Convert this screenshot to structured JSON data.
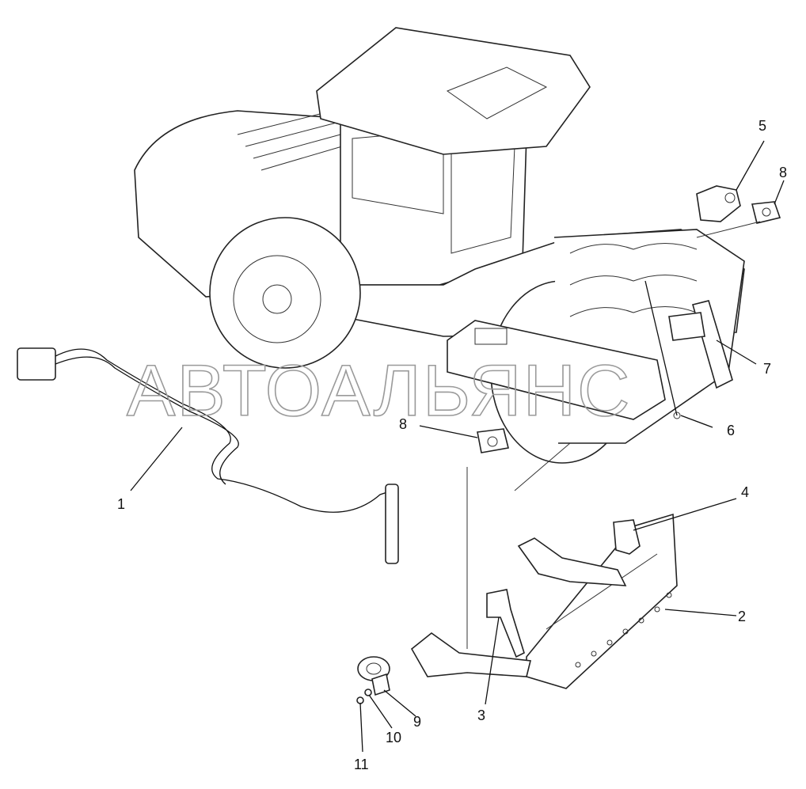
{
  "watermark": "АВТОАЛЬЯНС",
  "callouts": {
    "c1": "1",
    "c2": "2",
    "c3": "3",
    "c4": "4",
    "c5": "5",
    "c6": "6",
    "c7": "7",
    "c8a": "8",
    "c8b": "8",
    "c9": "9",
    "c10": "10",
    "c11": "11"
  }
}
